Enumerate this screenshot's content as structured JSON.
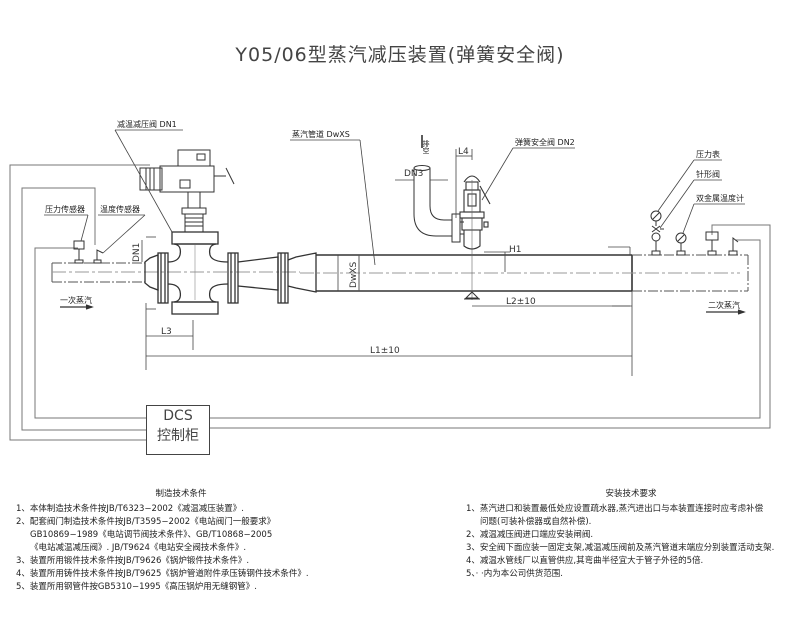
{
  "title": "Y05/06型蒸汽减压装置(弹簧安全阀)",
  "labels": {
    "desuperheat_valve": "减温减压阀 DN1",
    "steam_pipe": "蒸汽管道 DwXS",
    "spring_safety_valve": "弹簧安全阀 DN2",
    "vent": "排空",
    "pressure_sensor": "压力传感器",
    "temperature_sensor": "温度传感器",
    "pressure_gauge": "压力表",
    "needle_valve": "针形阀",
    "bimetal_thermometer": "双金属温度计",
    "primary_steam": "一次蒸汽",
    "secondary_steam": "二次蒸汽"
  },
  "dimensions": {
    "dn1": "DN1",
    "dn3": "DN3",
    "dwxs": "DwXS",
    "l1": "L1±10",
    "l2": "L2±10",
    "l3": "L3",
    "l4": "L4",
    "h1": "H1"
  },
  "dcs": {
    "line1": "DCS",
    "line2": "控制柜"
  },
  "manufacturing_notes": {
    "heading": "制造技术条件",
    "items": [
      "1、本体制造技术条件按JB/T6323−2002《减温减压装置》.",
      "2、配套阀门制造技术条件按JB/T3595−2002《电站阀门一般要求》",
      "GB10869−1989《电站调节阀技术条件》、GB/T10868−2005",
      "《电站减温减压阀》. JB/T9624《电站安全阀技术条件》.",
      "3、装置所用锻件技术条件按JB/T9626《锅炉锻件技术条件》.",
      "4、装置所用铸件技术条件按JB/T9625《锅炉管道附件承压铸钢件技术条件》.",
      "5、装置所用钢管件按GB5310−1995《高压锅炉用无缝钢管》."
    ]
  },
  "installation_notes": {
    "heading": "安装技术要求",
    "items": [
      "1、蒸汽进口和装置最低处应设置疏水器,蒸汽进出口与本装置连接时应考虑补偿",
      "问题(可装补偿器或自然补偿).",
      "2、减温减压阀进口端应安装闸阀.",
      "3、安全阀下面应装一固定支架,减温减压阀前及蒸汽管道末端应分别装置活动支架.",
      "4、减温水管线厂以直管供应,其弯曲半径宜大于管子外径的5倍.",
      "5、· ·内为本公司供货范围."
    ]
  }
}
